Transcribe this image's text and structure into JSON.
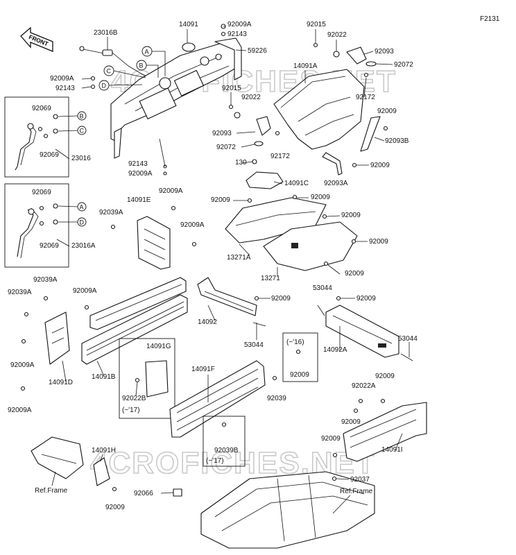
{
  "figure_code": "F2131",
  "front_arrow_text": "FRONT",
  "watermarks": [
    "4CROFICHES.NET",
    "4CROFICHES.NET"
  ],
  "callout_letters": [
    "A",
    "B",
    "C",
    "D",
    "B",
    "C",
    "A",
    "D"
  ],
  "labels": {
    "l1": "23016B",
    "l2": "14091",
    "l3": "92009A",
    "l4": "92143",
    "l5": "59226",
    "l6": "92015",
    "l7": "92022",
    "l8": "92093",
    "l9": "92072",
    "l10": "14091A",
    "l11": "92009A",
    "l12": "92143",
    "l13": "92015",
    "l14": "92022",
    "l15": "92172",
    "l16": "92069",
    "l17": "92069",
    "l18": "23016",
    "l19": "92009",
    "l20": "92093",
    "l21": "92072",
    "l22": "92172",
    "l23": "92093B",
    "l24": "92143",
    "l25": "92009A",
    "l26": "130",
    "l27": "92009",
    "l28": "92093A",
    "l29": "14091C",
    "l30": "92069",
    "l31": "92069",
    "l32": "23016A",
    "l33": "92009A",
    "l34": "14091E",
    "l35": "92039A",
    "l36": "92009A",
    "l37": "92009",
    "l38": "92009",
    "l39": "92009",
    "l40": "92009",
    "l41": "13271A",
    "l42": "13271",
    "l43": "92009",
    "l44": "92039A",
    "l45": "92039A",
    "l46": "92009A",
    "l47": "53044",
    "l48": "92009",
    "l49": "92009",
    "l50": "14092",
    "l51": "53044",
    "l52": "92009A",
    "l53": "14091D",
    "l54": "14091B",
    "l55": "14091G",
    "l56": "92022B",
    "l57": "(~'17)",
    "l58": "14091F",
    "l59": "92039",
    "l60": "(~'16)",
    "l61": "92009",
    "l62": "14092A",
    "l63": "53044",
    "l64": "92009A",
    "l65": "92022A",
    "l66": "92009",
    "l67": "92009",
    "l68": "92039B",
    "l69": "(~'17)",
    "l70": "92009",
    "l71": "14091I",
    "l72": "14091H",
    "l73": "Ref.Frame",
    "l74": "92009",
    "l75": "92066",
    "l76": "92037",
    "l77": "Ref.Frame"
  }
}
